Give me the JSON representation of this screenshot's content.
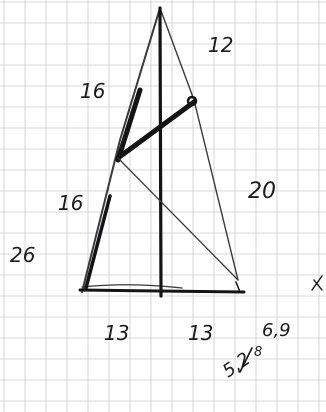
{
  "figure": {
    "labels": {
      "apex_right_side": "12",
      "upper_left_side": "16",
      "lower_left_side": "16",
      "right_side": "20",
      "left_total": "26",
      "base_left": "13",
      "base_right": "13",
      "ratio_upper": "6,9",
      "ratio_lower": "5,2",
      "ratio_numerator": "8"
    }
  }
}
